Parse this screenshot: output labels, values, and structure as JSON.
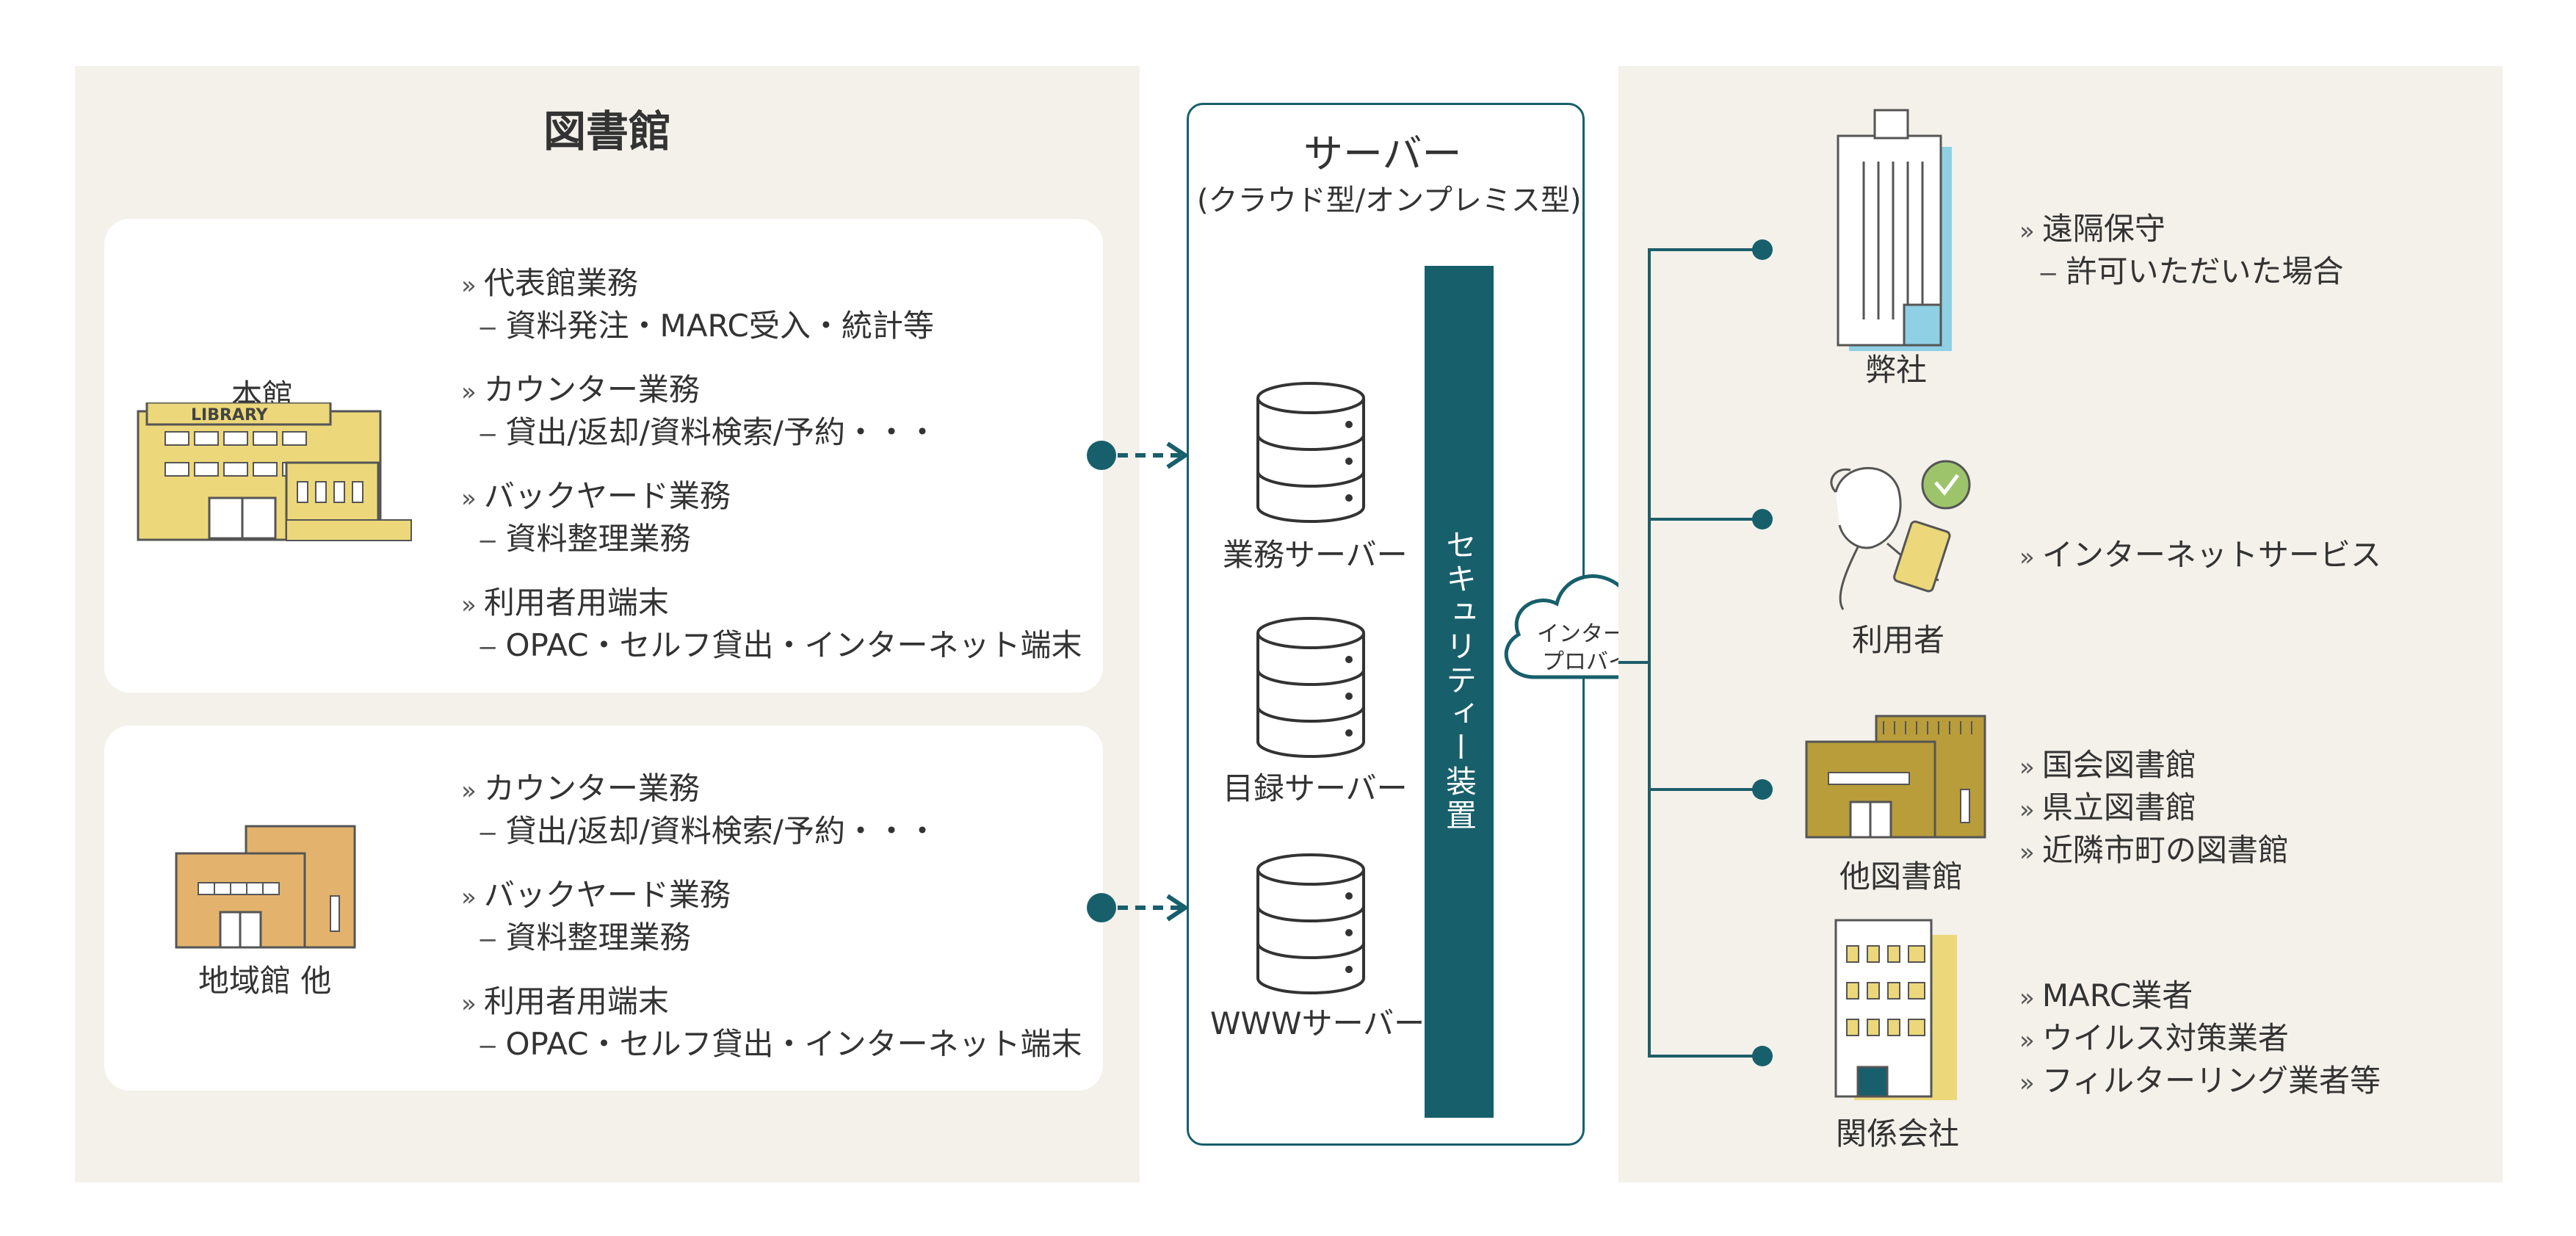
{
  "library": {
    "title": "図書館",
    "main": {
      "label": "本館",
      "sign": "LIBRARY",
      "items": [
        {
          "head": "代表館業務",
          "sub": "資料発注・MARC受入・統計等"
        },
        {
          "head": "カウンター業務",
          "sub": "貸出/返却/資料検索/予約・・・"
        },
        {
          "head": "バックヤード業務",
          "sub": "資料整理業務"
        },
        {
          "head": "利用者用端末",
          "sub": "OPAC・セルフ貸出・インターネット端末"
        }
      ]
    },
    "branch": {
      "label": "地域館 他",
      "items": [
        {
          "head": "カウンター業務",
          "sub": "貸出/返却/資料検索/予約・・・"
        },
        {
          "head": "バックヤード業務",
          "sub": "資料整理業務"
        },
        {
          "head": "利用者用端末",
          "sub": "OPAC・セルフ貸出・インターネット端末"
        }
      ]
    }
  },
  "server": {
    "title": "サーバー",
    "subtitle": "(クラウド型/オンプレミス型)",
    "servers": [
      "業務サーバー",
      "目録サーバー",
      "WWWサーバー"
    ],
    "security": "セキュリティー装置"
  },
  "isp": {
    "line1": "インターネット",
    "line2": "プロバイダー"
  },
  "external": {
    "company": {
      "label": "弊社",
      "items": [
        {
          "head": "遠隔保守",
          "sub": "許可いただいた場合"
        }
      ]
    },
    "users": {
      "label": "利用者",
      "items": [
        "インターネットサービス"
      ]
    },
    "libraries": {
      "label": "他図書館",
      "items": [
        "国会図書館",
        "県立図書館",
        "近隣市町の図書館"
      ]
    },
    "partners": {
      "label": "関係会社",
      "items": [
        "MARC業者",
        "ウイルス対策業者",
        "フィルターリング業者等"
      ]
    }
  },
  "markers": {
    "chevron": "»",
    "dash": "−"
  },
  "colors": {
    "teal": "#185f6c",
    "panel": "#f3f1ea",
    "accent_yellow": "#ecd87a",
    "accent_orange": "#e3b36d",
    "accent_olive": "#b99d3a",
    "accent_blue": "#8fd0e4"
  }
}
